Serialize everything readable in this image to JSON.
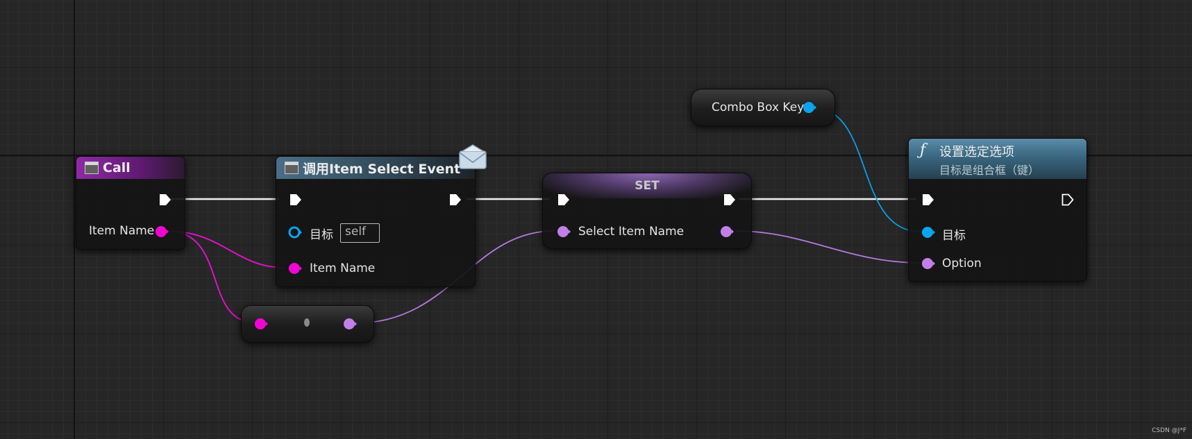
{
  "nodes": {
    "call": {
      "title": "Call",
      "pin_item_name": "Item Name"
    },
    "call_event": {
      "title": "调用Item Select Event",
      "pin_target": "目标",
      "target_value": "self",
      "pin_item_name": "Item Name"
    },
    "set": {
      "title": "SET",
      "pin_select_item_name": "Select Item Name"
    },
    "combo_box_key": {
      "label": "Combo Box Key"
    },
    "set_selected_option": {
      "title": "设置选定选项",
      "subtitle": "目标是组合框（键）",
      "function_glyph": "ƒ",
      "pin_target": "目标",
      "pin_option": "Option"
    }
  },
  "watermark": "CSDN @J*F",
  "icons": [
    "node-icon",
    "envelope-icon",
    "function-icon",
    "exec-pin-icon",
    "data-pin-icon"
  ],
  "colors": {
    "call_header": "#7a1e8e",
    "event_header": "#3a5a6e",
    "function_header": "#3b6b86",
    "string_pin": "#f006d4",
    "name_pin": "#c27fe9",
    "object_pin": "#0aa5ee",
    "exec_wire": "#ffffff"
  }
}
